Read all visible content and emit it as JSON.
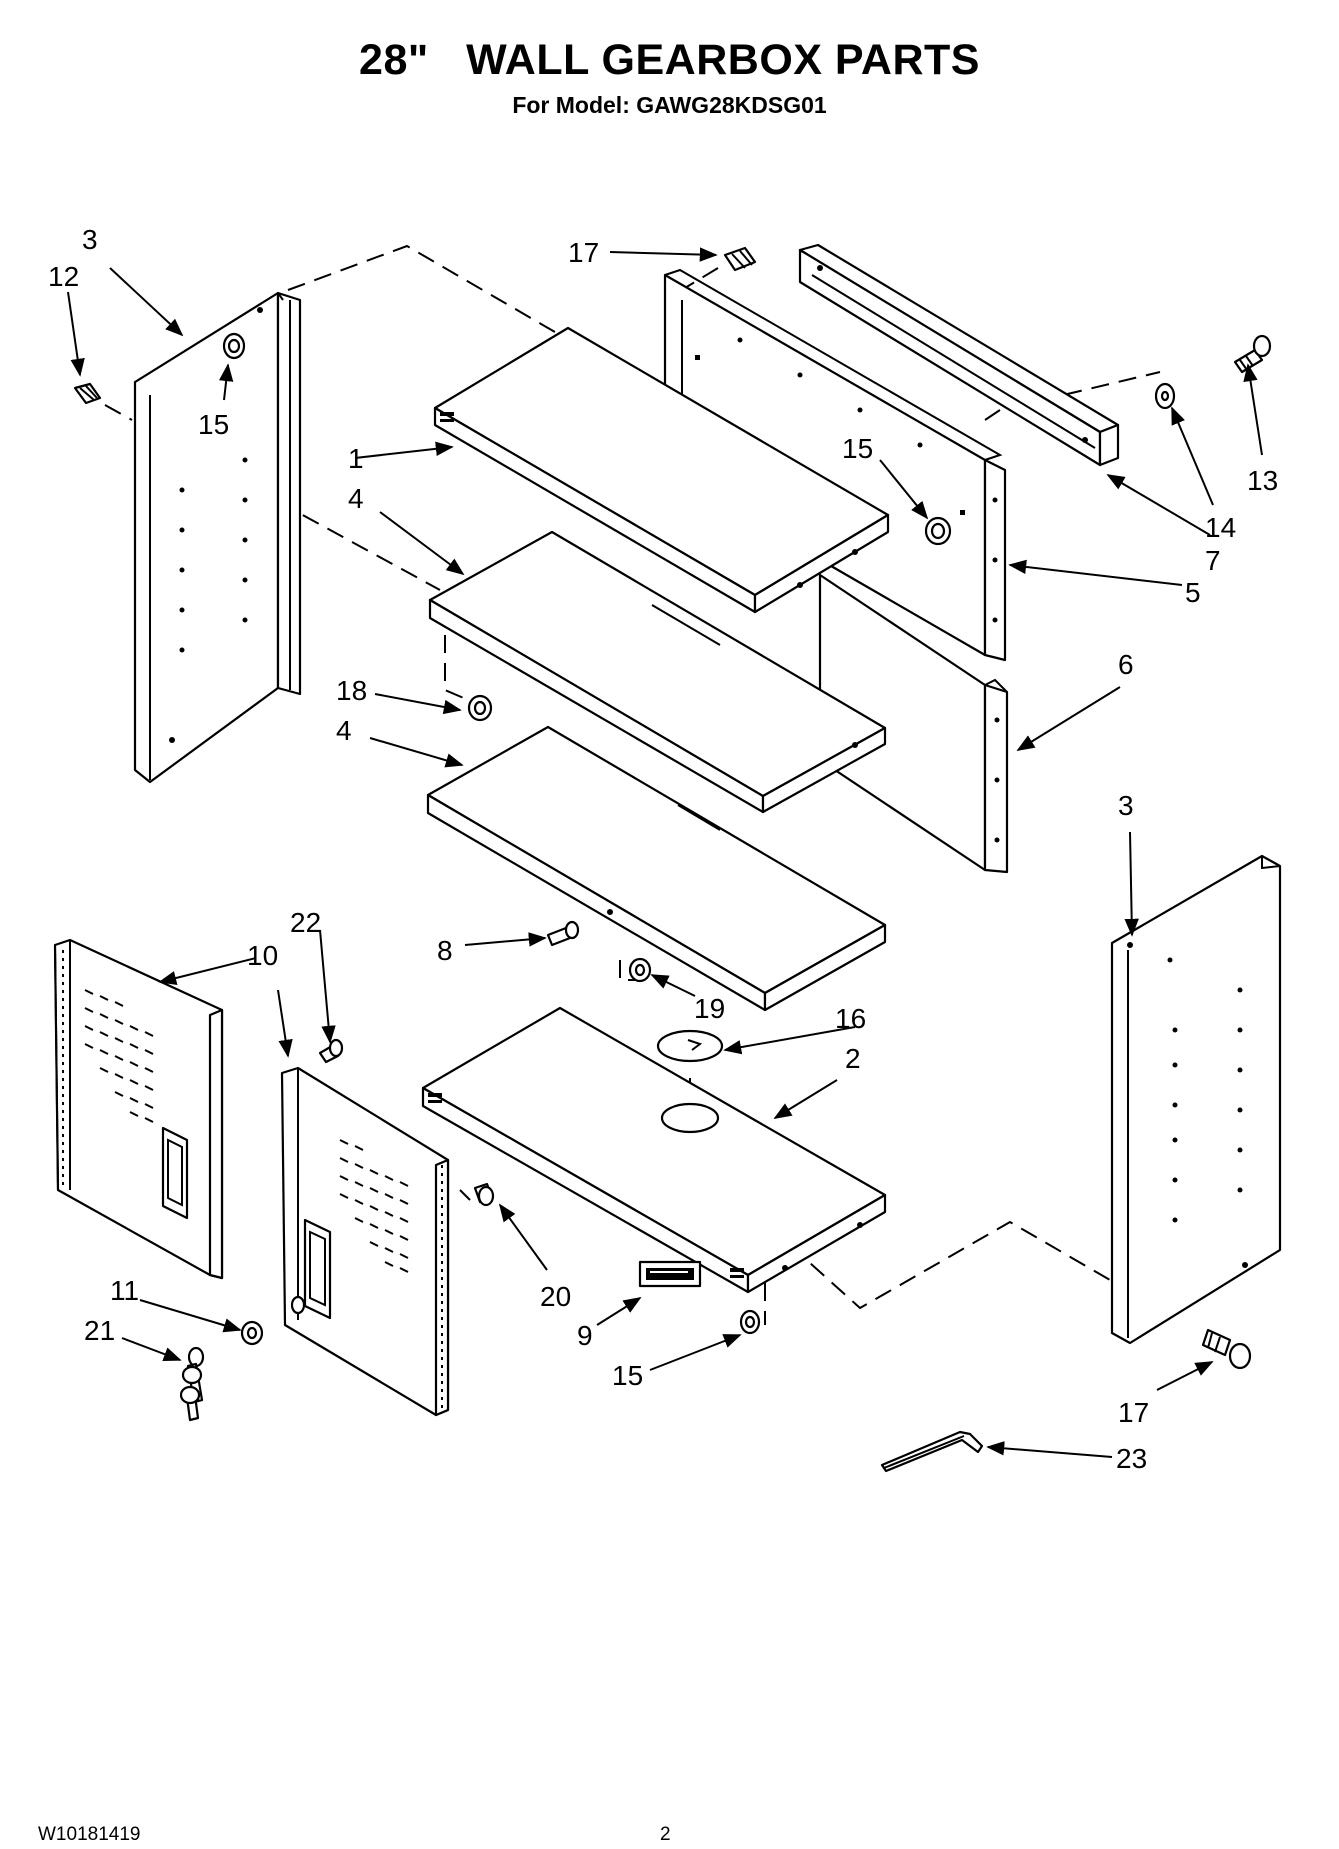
{
  "header": {
    "title": "28\"   WALL GEARBOX PARTS",
    "subtitle": "For Model: GAWG28KDSG01"
  },
  "footer": {
    "doc_number": "W10181419",
    "page_number": "2"
  },
  "callouts": {
    "c1": "1",
    "c2": "2",
    "c3a": "3",
    "c3b": "3",
    "c4a": "4",
    "c4b": "4",
    "c5": "5",
    "c6": "6",
    "c7": "7",
    "c8": "8",
    "c9": "9",
    "c10": "10",
    "c11": "11",
    "c12": "12",
    "c13": "13",
    "c14": "14",
    "c15a": "15",
    "c15b": "15",
    "c15c": "15",
    "c16": "16",
    "c17a": "17",
    "c17b": "17",
    "c18": "18",
    "c19": "19",
    "c20": "20",
    "c21": "21",
    "c22": "22",
    "c23": "23"
  }
}
